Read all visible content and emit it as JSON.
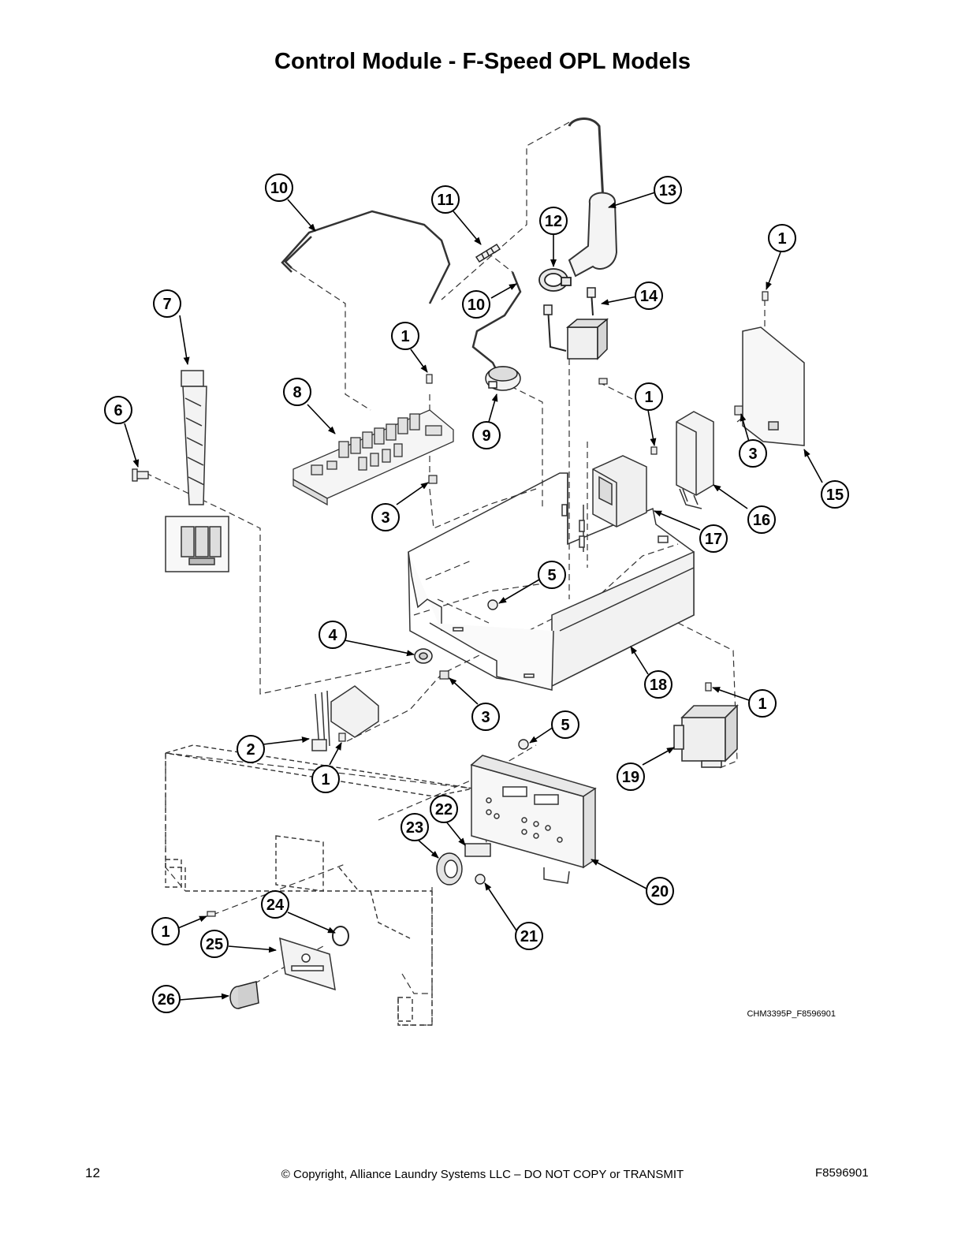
{
  "page": {
    "title": "Control Module - F-Speed OPL Models",
    "figure_code": "CHM3395P_F8596901",
    "page_number": "12",
    "copyright": "© Copyright, Alliance Laundry Systems LLC – DO NOT COPY or TRANSMIT",
    "doc_number": "F8596901"
  },
  "callouts": [
    {
      "id": "c10a",
      "label": "10"
    },
    {
      "id": "c11",
      "label": "11"
    },
    {
      "id": "c12",
      "label": "12"
    },
    {
      "id": "c13",
      "label": "13"
    },
    {
      "id": "c1a",
      "label": "1"
    },
    {
      "id": "c14",
      "label": "14"
    },
    {
      "id": "c10b",
      "label": "10"
    },
    {
      "id": "c7",
      "label": "7"
    },
    {
      "id": "c1b",
      "label": "1"
    },
    {
      "id": "c8",
      "label": "8"
    },
    {
      "id": "c6",
      "label": "6"
    },
    {
      "id": "c9",
      "label": "9"
    },
    {
      "id": "c1c",
      "label": "1"
    },
    {
      "id": "c3a",
      "label": "3"
    },
    {
      "id": "c15",
      "label": "15"
    },
    {
      "id": "c16",
      "label": "16"
    },
    {
      "id": "c3b",
      "label": "3"
    },
    {
      "id": "c17",
      "label": "17"
    },
    {
      "id": "c5a",
      "label": "5"
    },
    {
      "id": "c4",
      "label": "4"
    },
    {
      "id": "c18",
      "label": "18"
    },
    {
      "id": "c1d",
      "label": "1"
    },
    {
      "id": "c3c",
      "label": "3"
    },
    {
      "id": "c2",
      "label": "2"
    },
    {
      "id": "c5b",
      "label": "5"
    },
    {
      "id": "c1e",
      "label": "1"
    },
    {
      "id": "c19",
      "label": "19"
    },
    {
      "id": "c22",
      "label": "22"
    },
    {
      "id": "c23",
      "label": "23"
    },
    {
      "id": "c20",
      "label": "20"
    },
    {
      "id": "c24",
      "label": "24"
    },
    {
      "id": "c1f",
      "label": "1"
    },
    {
      "id": "c25",
      "label": "25"
    },
    {
      "id": "c21",
      "label": "21"
    },
    {
      "id": "c26",
      "label": "26"
    }
  ]
}
